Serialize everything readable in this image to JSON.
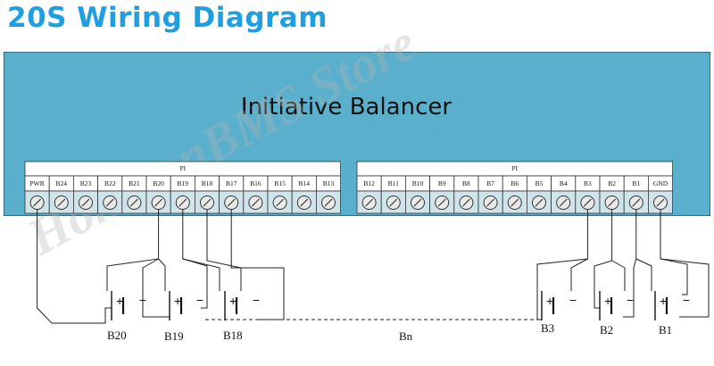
{
  "title": "20S Wiring Diagram",
  "board_label": "Initiative Balancer",
  "watermark": "HonkzonBMS Store",
  "connectors": [
    {
      "header": "PI",
      "pins": [
        "PWR",
        "B24",
        "B23",
        "B22",
        "B21",
        "B20",
        "B19",
        "B18",
        "B17",
        "B16",
        "B15",
        "B14",
        "B13"
      ]
    },
    {
      "header": "PI",
      "pins": [
        "B12",
        "B11",
        "B10",
        "B9",
        "B8",
        "B7",
        "B6",
        "B5",
        "B4",
        "B3",
        "B2",
        "B1",
        "GND"
      ]
    }
  ],
  "batteries": [
    {
      "label": "B20",
      "plus": "+",
      "minus": "−"
    },
    {
      "label": "B19",
      "plus": "+",
      "minus": "−"
    },
    {
      "label": "B18",
      "plus": "+",
      "minus": "−"
    },
    {
      "label": "B3",
      "plus": "+",
      "minus": "−"
    },
    {
      "label": "B2",
      "plus": "+",
      "minus": "−"
    },
    {
      "label": "B1",
      "plus": "+",
      "minus": "−"
    }
  ],
  "series_label": "Bn"
}
